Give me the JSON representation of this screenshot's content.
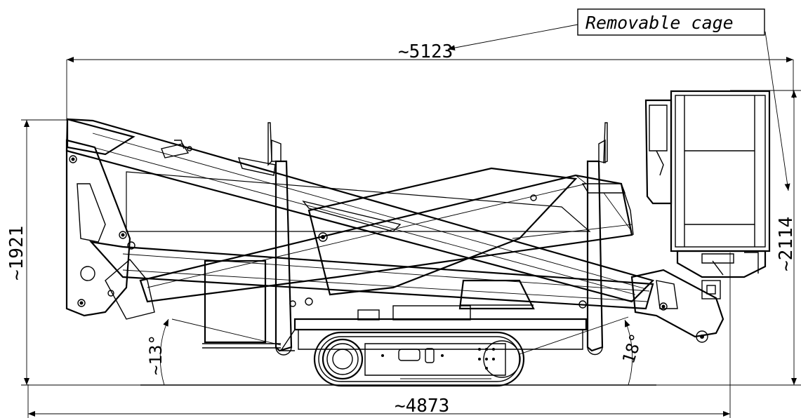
{
  "labels": {
    "overall_length": "~5123",
    "track_length": "~4873",
    "height_left": "~1921",
    "height_right": "~2114",
    "angle_left": "~13°",
    "angle_right": "18°",
    "removable_cage": "Removable cage"
  },
  "colors": {
    "line": "#000000",
    "background": "#ffffff"
  }
}
